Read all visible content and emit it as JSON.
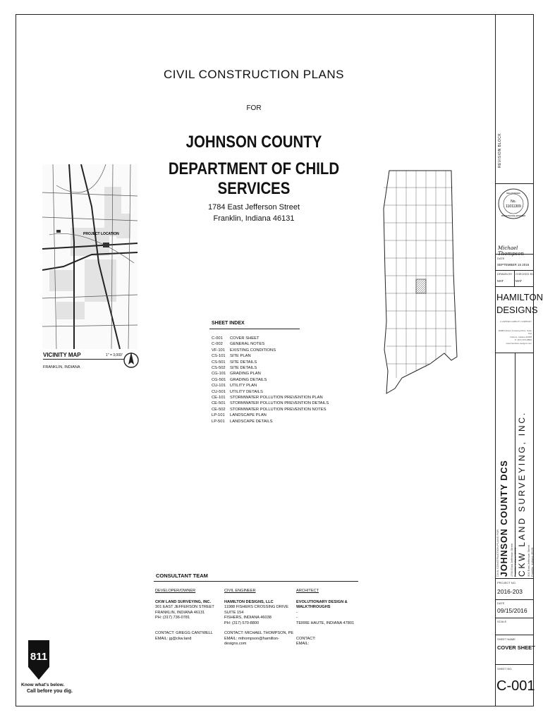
{
  "header": {
    "title_line1": "CIVIL CONSTRUCTION PLANS",
    "for_label": "FOR",
    "title_line2": "JOHNSON COUNTY",
    "title_line3": "DEPARTMENT OF CHILD SERVICES",
    "address_line1": "1784 East Jefferson Street",
    "address_line2": "Franklin, Indiana 46131"
  },
  "sheet_index": {
    "title": "SHEET INDEX",
    "rows": [
      {
        "num": "C-001",
        "name": "COVER SHEET"
      },
      {
        "num": "C-002",
        "name": "GENERAL NOTES"
      },
      {
        "num": "VF-101",
        "name": "EXISTING CONDITIONS"
      },
      {
        "num": "CS-101",
        "name": "SITE PLAN"
      },
      {
        "num": "CS-501",
        "name": "SITE DETAILS"
      },
      {
        "num": "CS-502",
        "name": "SITE DETAILS"
      },
      {
        "num": "CG-101",
        "name": "GRADING PLAN"
      },
      {
        "num": "CG-501",
        "name": "GRADING DETAILS"
      },
      {
        "num": "CU-101",
        "name": "UTILITY PLAN"
      },
      {
        "num": "CU-501",
        "name": "UTILITY DETAILS"
      },
      {
        "num": "CE-101",
        "name": "STORMWATER POLLUTION PREVENTION PLAN"
      },
      {
        "num": "CE-501",
        "name": "STORMWATER POLLUTION PREVENTION DETAILS"
      },
      {
        "num": "CE-502",
        "name": "STORMWATER POLLUTION PREVENTION NOTES"
      },
      {
        "num": "LP-101",
        "name": "LANDSCAPE PLAN"
      },
      {
        "num": "LP-501",
        "name": "LANDSCAPE DETAILS"
      }
    ]
  },
  "vicinity_map": {
    "title": "VICINITY MAP",
    "scale": "1\" = 3,000'",
    "subtitle": "FRANKLIN, INDIANA",
    "project_location_label": "PROJECT LOCATION"
  },
  "consultants": {
    "title": "CONSULTANT TEAM",
    "developer": {
      "heading": "DEVELOPER/OWNER",
      "name": "CKW LAND SURVEYING, INC.",
      "line1": "301 EAST JEFFERSON STREET",
      "line2": "FRANKLIN, INDIANA 46131",
      "line3": "PH: (317) 736-0781",
      "contact": "CONTACT: GREGG CANTWELL",
      "email": "EMAIL: jg@ckw.land"
    },
    "engineer": {
      "heading": "CIVIL ENGINEER",
      "name": "HAMILTON DESIGNS, LLC",
      "line1": "11988 FISHERS CROSSING DRIVE",
      "line2": "SUITE 154",
      "line3": "FISHERS, INDIANA 46038",
      "line4": "PH: (317) 570-8800",
      "contact": "CONTACT: MICHAEL THOMPSON, PE",
      "email": "EMAIL: mthompson@hamilton-designs.com"
    },
    "architect": {
      "heading": "ARCHITECT",
      "name": "EVOLUTIONARY DESIGN & WALKTHROUGHS",
      "line1": "-",
      "line2": "-",
      "line3": "TERRE HAUTE, INDIANA 47801",
      "contact": "CONTACT:",
      "email": "EMAIL:"
    }
  },
  "dig_logo": {
    "number": "811",
    "line1": "Know what's below.",
    "line2": "Call before you dig."
  },
  "title_block": {
    "revision_label": "REVISION BLOCK",
    "seal": {
      "top": "REGISTERED",
      "no": "No.",
      "number": "11011309",
      "bottom": "PROFESSIONAL ENGINEER"
    },
    "signature": "Michael Thompson",
    "date_label": "DATE",
    "date_value": "SEPTEMBER 15 2016",
    "drawn_label": "DRAWN BY",
    "drawn_value": "MAT",
    "checked_label": "CHECKED BY",
    "checked_value": "MAT",
    "firm_line1": "HAMILTON",
    "firm_line2": "DESIGNS",
    "firm_tagline": "A LIMITED LIABILITY COMPANY",
    "firm_addr1": "11988 Fishers Crossing Drive, Suite 154",
    "firm_addr2": "Fishers, Indiana 46038",
    "firm_addr3": "P: (317) 570-8800",
    "firm_addr4": "www.hamilton-designs.com",
    "project_pre": "CIVIL CONSTRUCTION PLANS FOR",
    "project_title": "JOHNSON COUNTY DCS",
    "project_addr1": "1784 East Jefferson Street",
    "project_addr2": "Franklin, Indiana 46131",
    "client_title": "CKW LAND SURVEYING, INC.",
    "client_addr1": "301 East Jefferson Street",
    "client_addr2": "Franklin, Indiana 46131",
    "project_no_label": "PROJECT NO.",
    "project_no": "2016-203",
    "date2_label": "DATE",
    "date2_value": "09/15/2016",
    "scale_label": "SCALE",
    "sheet_name_label": "SHEET NAME",
    "sheet_name": "COVER SHEET",
    "sheet_no_label": "SHEET NO.",
    "sheet_no": "C-001"
  }
}
